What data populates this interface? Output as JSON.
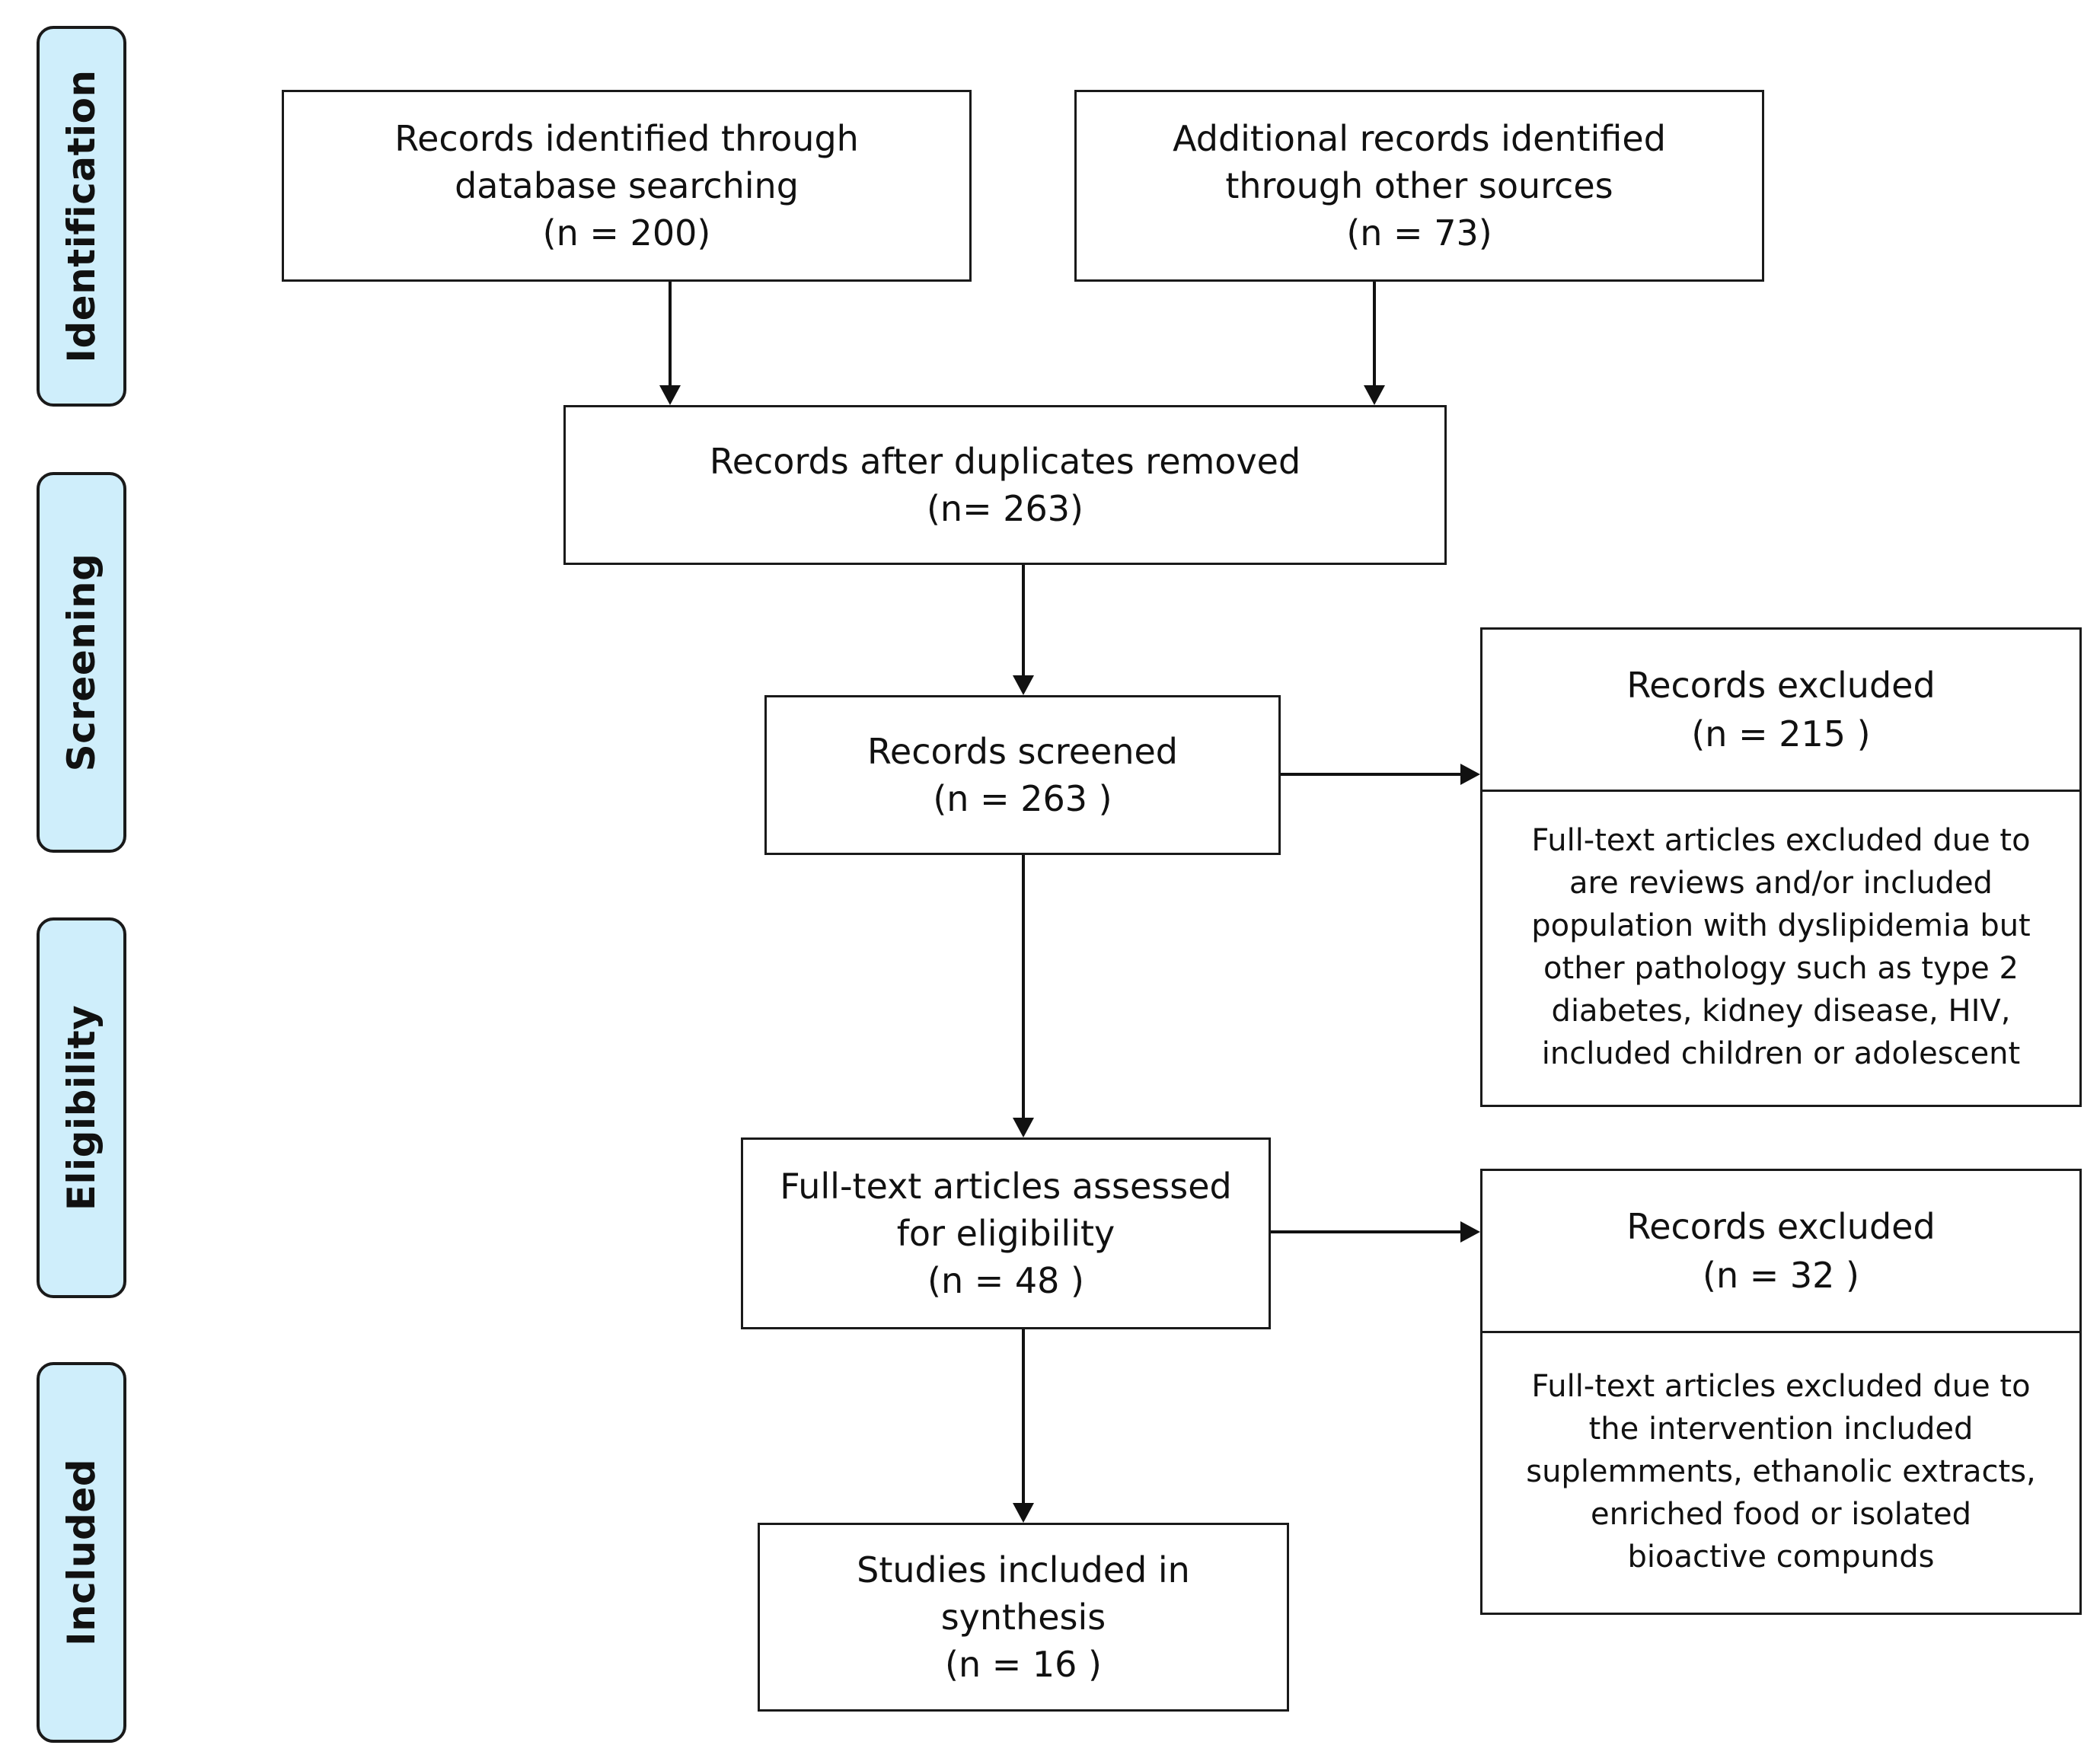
{
  "phases": [
    {
      "label": "Identification"
    },
    {
      "label": "Screening"
    },
    {
      "label": "Eligibility"
    },
    {
      "label": "Included"
    }
  ],
  "boxes": {
    "database": {
      "lines": [
        "Records identified through",
        "database searching",
        "(n = 200)"
      ]
    },
    "other_sources": {
      "lines": [
        "Additional records identified",
        "through other sources",
        "(n = 73)"
      ]
    },
    "duplicates_removed": {
      "lines": [
        "Records after duplicates removed",
        "(n= 263)"
      ]
    },
    "screened": {
      "lines": [
        "Records screened",
        "(n = 263 )"
      ]
    },
    "eligibility": {
      "lines": [
        "Full-text articles assessed",
        "for eligibility",
        "(n = 48  )"
      ]
    },
    "included": {
      "lines": [
        "Studies included in",
        "synthesis",
        "(n = 16 )"
      ]
    }
  },
  "exclusions": {
    "screening": {
      "title": [
        "Records excluded",
        "(n = 215 )"
      ],
      "reason": [
        "Full-text articles excluded due to",
        "are reviews and/or included",
        "population with dyslipidemia but",
        "other pathology such as type 2",
        "diabetes, kidney disease, HIV,",
        "included children or adolescent"
      ]
    },
    "eligibility": {
      "title": [
        "Records excluded",
        "(n = 32 )"
      ],
      "reason": [
        "Full-text articles excluded due to",
        "the intervention included",
        "suplemments, ethanolic extracts,",
        "enriched food or isolated",
        "bioactive compunds"
      ]
    }
  }
}
